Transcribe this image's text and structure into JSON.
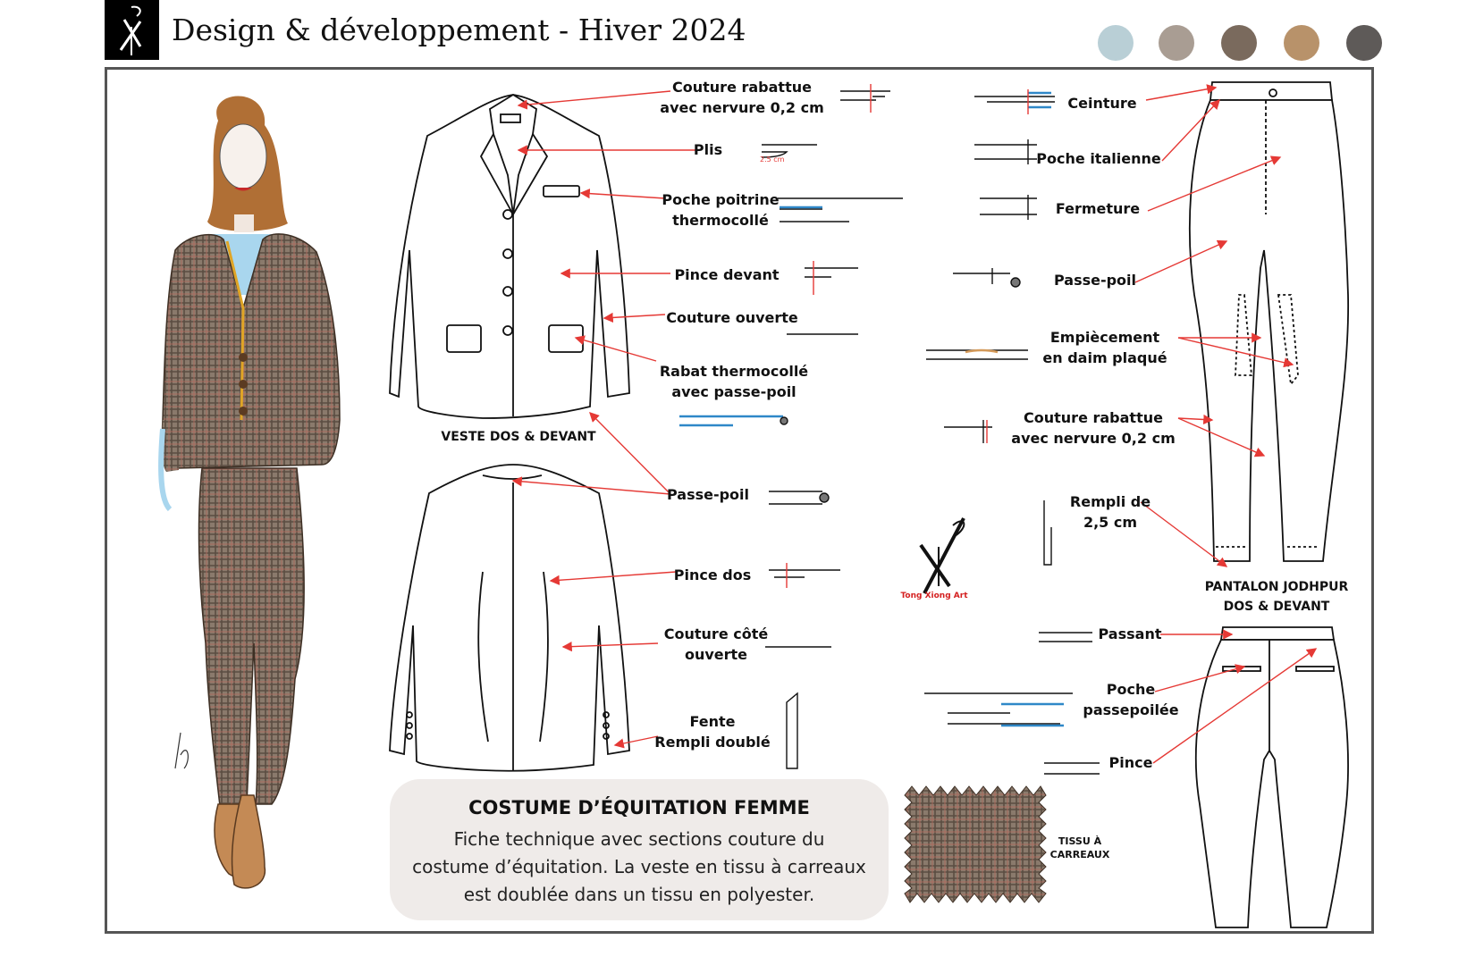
{
  "header": {
    "title": "Design & développement  - Hiver 2024",
    "palette": [
      "#b9cfd6",
      "#a99d93",
      "#7a6a5d",
      "#b8926a",
      "#5e5a58"
    ]
  },
  "labels": {
    "couture_rabattue_top": [
      "Couture rabattue",
      "avec nervure 0,2 cm"
    ],
    "plis": "Plis",
    "plis_measure": "2.5 cm",
    "poche_poitrine": [
      "Poche poitrine",
      "thermocollé"
    ],
    "pince_devant": "Pince devant",
    "couture_ouverte": "Couture ouverte",
    "rabat": [
      "Rabat thermocollé",
      "avec passe-poil"
    ],
    "passe_poil_jacket": "Passe-poil",
    "pince_dos": "Pince dos",
    "couture_cote": [
      "Couture côté",
      "ouverte"
    ],
    "fente": [
      "Fente",
      "Rempli doublé"
    ],
    "ceinture": "Ceinture",
    "poche_italienne": "Poche italienne",
    "fermeture": "Fermeture",
    "passe_poil_pants": "Passe-poil",
    "empiecement": [
      "Empiècement",
      "en daim plaqué"
    ],
    "couture_rabattue_pants": [
      "Couture rabattue",
      "avec nervure 0,2 cm"
    ],
    "rempli": [
      "Rempli de",
      "2,5 cm"
    ],
    "passant": "Passant",
    "poche_passepoilee": [
      "Poche",
      "passepoilée"
    ],
    "pince": "Pince"
  },
  "captions": {
    "veste": "VESTE DOS & DEVANT",
    "pantalon": [
      "PANTALON JODHPUR",
      "DOS & DEVANT"
    ],
    "tissu": [
      "TISSU À",
      "CARREAUX"
    ]
  },
  "brand": {
    "name": "Tong Xiong Art"
  },
  "description": {
    "title": "COSTUME D’ÉQUITATION FEMME",
    "lines": [
      "Fiche technique avec sections couture du",
      "costume d’équitation. La veste en tissu à carreaux",
      "est doublée dans un tissu en polyester."
    ]
  },
  "colors": {
    "arrow": "#e53935",
    "accent_blue": "#2f88c8",
    "suede": "#d49a5a",
    "fabric": "#8a7a6c"
  }
}
